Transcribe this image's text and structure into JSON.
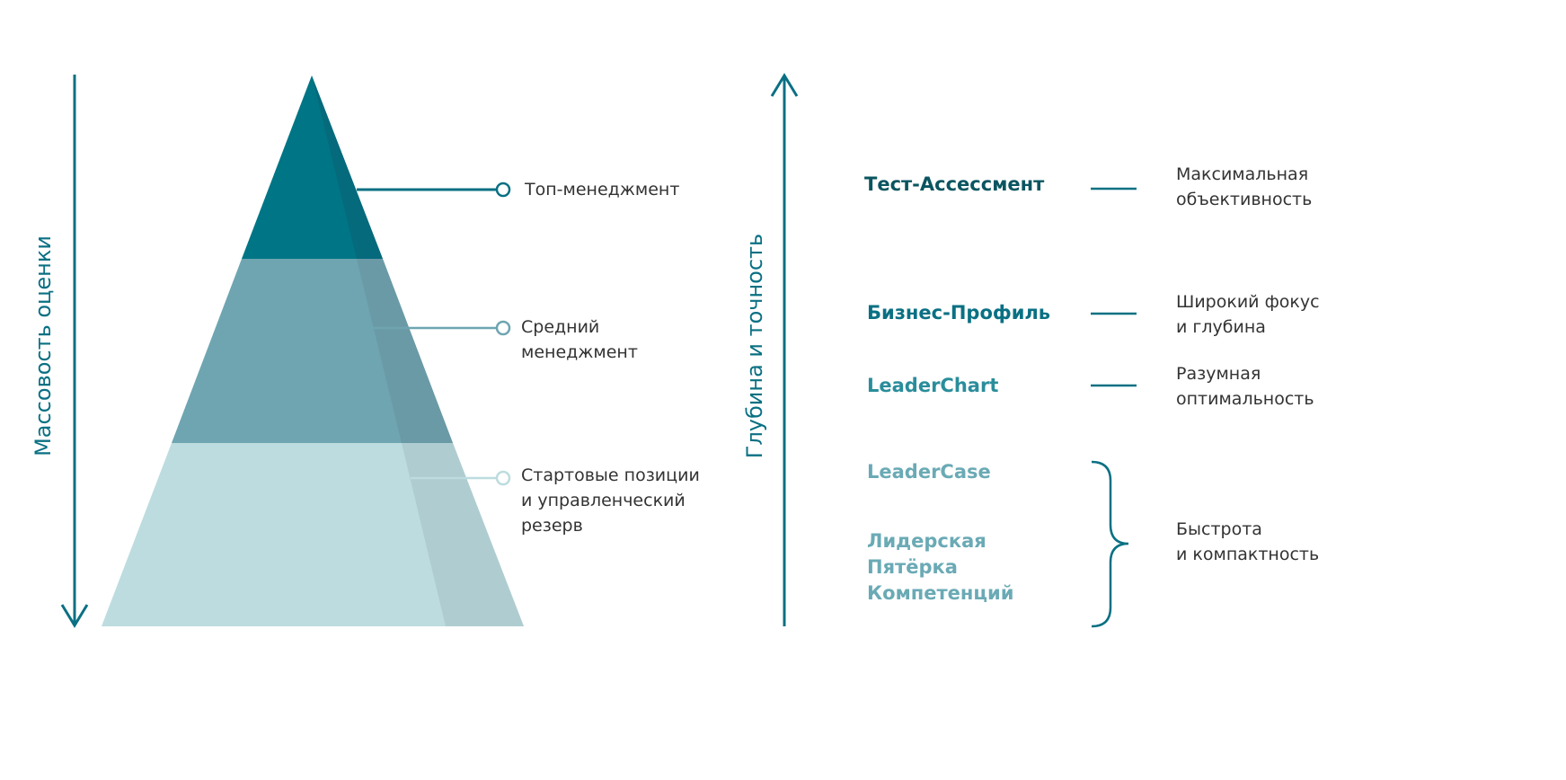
{
  "left_axis": {
    "label": "Массовость оценки"
  },
  "right_axis": {
    "label": "Глубина и точность"
  },
  "pyramid": {
    "levels": [
      {
        "label": "Топ-менеджмент",
        "color": "#007585"
      },
      {
        "label": "Средний\nменеджмент",
        "color": "#6ea5b1"
      },
      {
        "label": "Стартовые позиции\nи  управленческий\nрезерв",
        "color": "#bddcdf"
      }
    ]
  },
  "products": [
    {
      "name": "Тест-Ассессмент",
      "color": "#0a5560",
      "description": "Максимальная\nобъективность"
    },
    {
      "name": "Бизнес-Профиль",
      "color": "#0a7083",
      "description": "Широкий фокус\nи глубина"
    },
    {
      "name": "LeaderChart",
      "color": "#2a8d9b",
      "description": "Разумная\nоптимальность"
    },
    {
      "name": "LeaderCase",
      "color": "#6aaab5"
    },
    {
      "name": "Лидерская\nПятёрка\nКомпетенций",
      "color": "#6aaab5"
    }
  ],
  "group_description": "Быстрота\nи компактность",
  "accent": "#0a7083"
}
